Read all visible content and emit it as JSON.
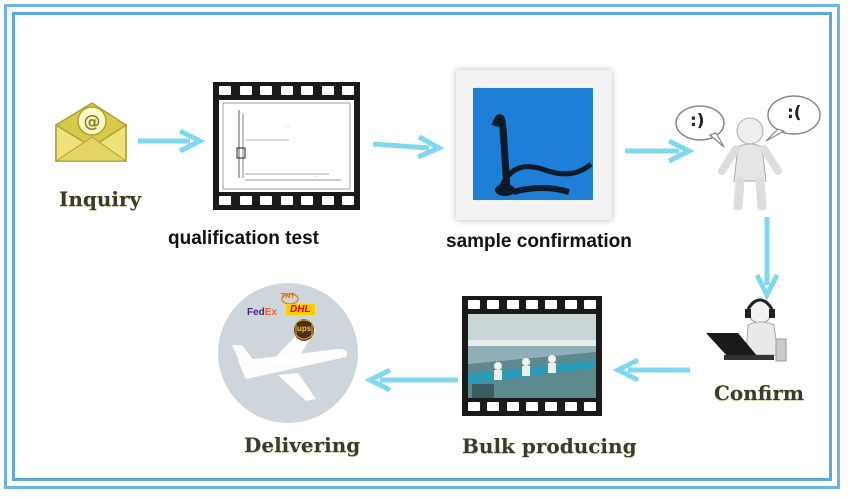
{
  "steps": {
    "inquiry": "Inquiry",
    "qualification": "qualification test",
    "sample": "sample confirmation",
    "confirm": "Confirm",
    "bulk": "Bulk producing",
    "delivering": "Delivering"
  },
  "bubbles": {
    "happy": ":)",
    "sad": ":("
  },
  "carriers": {
    "fedex_fed": "Fed",
    "fedex_ex": "Ex",
    "dhl": "DHL",
    "ups": "ups",
    "tnt": "TNT"
  },
  "colors": {
    "arrow": "#7fd8f0",
    "frame": "#5aa8e0",
    "envelope": "#e8d85a"
  }
}
